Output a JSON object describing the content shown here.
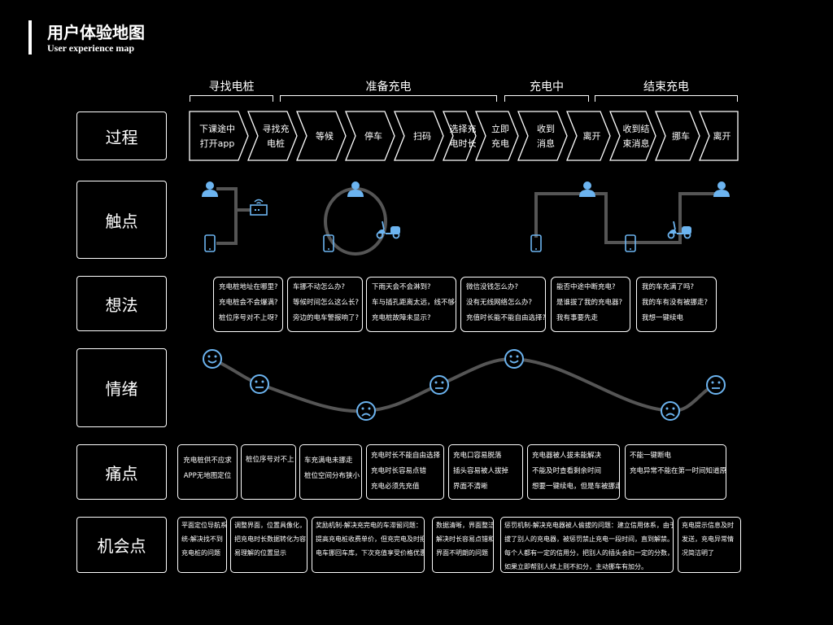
{
  "header": {
    "title": "用户体验地图",
    "subtitle": "User experience map"
  },
  "rows": [
    "过程",
    "触点",
    "想法",
    "情绪",
    "痛点",
    "机会点"
  ],
  "stages": [
    "寻找电桩",
    "准备充电",
    "充电中",
    "结束充电"
  ],
  "process": [
    [
      "下课途中",
      "打开app"
    ],
    [
      "寻找充",
      "电桩"
    ],
    [
      "等候"
    ],
    [
      "停车"
    ],
    [
      "扫码"
    ],
    [
      "选择充",
      "电时长"
    ],
    [
      "立即",
      "充电"
    ],
    [
      "收到",
      "消息"
    ],
    [
      "离开"
    ],
    [
      "收到结",
      "束消息"
    ],
    [
      "挪车"
    ],
    [
      "离开"
    ]
  ],
  "thoughts": [
    [
      "充电桩地址在哪里?",
      "充电桩会不会爆满?",
      "桩位序号对不上呀?"
    ],
    [
      "车挪不动怎么办?",
      "等候时间怎么这么长?",
      "旁边的电车警报响了?"
    ],
    [
      "下雨天会不会淋到?",
      "车与插孔距离太远，线不够长",
      "充电桩故障未显示?"
    ],
    [
      "微信没钱怎么办?",
      "没有无线网络怎么办?",
      "充值时长能不能自由选择?"
    ],
    [
      "能否中途中断充电?",
      "是谁拔了我的充电器?",
      "我有事要先走"
    ],
    [
      "我的车充满了吗?",
      "我的车有没有被挪走?",
      "我想一键续电"
    ]
  ],
  "emotions": [
    "happy",
    "neutral",
    "sad",
    "neutral",
    "happy",
    "sad",
    "neutral"
  ],
  "pain_points": [
    [
      "充电桩供不应求",
      "APP无地图定位"
    ],
    [
      "桩位序号对不上"
    ],
    [
      "车充满电未挪走",
      "桩位空间分布狭小"
    ],
    [
      "充电时长不能自由选择",
      "充电时长容易点错",
      "充电必须先充值"
    ],
    [
      "充电口容易脱落",
      "插头容易被人拔掉",
      "界面不清晰"
    ],
    [
      "充电器被人拔未能解决",
      "不能及时查看剩余时间",
      "想要一键续电，但是车被挪走"
    ],
    [
      "不能一键断电",
      "充电异常不能在第一时间知道原因"
    ]
  ],
  "opportunities": [
    [
      "平面定位导航系",
      "统-解决找不到",
      "充电桩的问题"
    ],
    [
      "调整界面，位置具像化，",
      "把充电时长数据转化为容",
      "易理解的位置显示"
    ],
    [
      "奖励机制-解决充完电的车滞留问题：",
      "提高充电桩收费单价，但充完电及时把",
      "电车挪回车库，下次充值享受价格优惠"
    ],
    [
      "数据清晰，界面整洁-",
      "解决时长容易点错和",
      "界面不明朗的问题"
    ],
    [
      "惩罚机制-解决充电器被人偷拔的问题：建立信用体系，由于",
      "拔了别人的充电器，被惩罚禁止充电一段时间，直到解禁。",
      "每个人都有一定的信用分，把别人的插头会扣一定的分数，",
      "如果立即帮别人续上则不扣分，主动挪车有加分。"
    ],
    [
      "充电提示信息及时",
      "发送，充电异常情",
      "况简洁明了"
    ]
  ],
  "colors": {
    "icon": "#6cb4f0",
    "line": "#555555",
    "fg": "#ffffff",
    "bg": "#000000"
  }
}
